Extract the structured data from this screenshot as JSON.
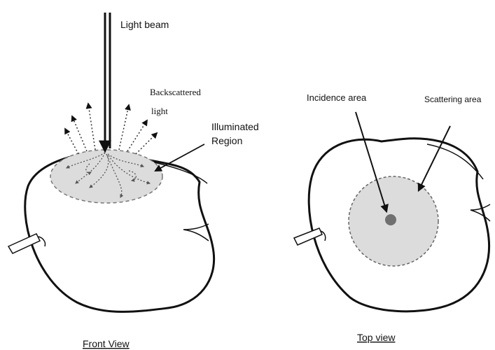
{
  "front_view": {
    "beam_label": "Light beam",
    "backscatter_label_line1": "Backscattered",
    "backscatter_label_line2": "light",
    "region_label_line1": "Illuminated",
    "region_label_line2": "Region",
    "caption": "Front View"
  },
  "top_view": {
    "incidence_label": "Incidence area",
    "scattering_label": "Scattering area",
    "caption": "Top view"
  },
  "colors": {
    "outline": "#111111",
    "region_fill": "#dcdcdc",
    "dot_fill": "#707070",
    "arrow_dotted": "#333333"
  }
}
